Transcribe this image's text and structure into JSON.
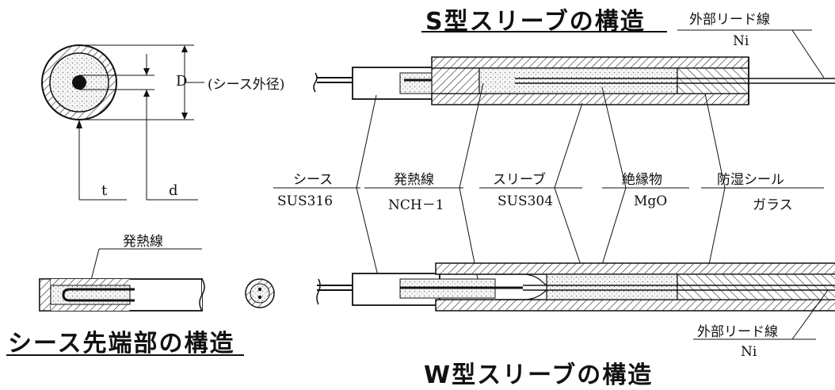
{
  "titles": {
    "s_type": "S型スリーブの構造",
    "w_type": "W型スリーブの構造",
    "tip": "シース先端部の構造"
  },
  "leads": {
    "top_label": "外部リード線",
    "top_material": "Ni",
    "bottom_label": "外部リード線",
    "bottom_material": "Ni"
  },
  "cross_section": {
    "D_label": "D",
    "D_note": "(シース外径)",
    "t_label": "t",
    "d_label": "d"
  },
  "tip_section": {
    "heater_label": "発熱線"
  },
  "parts": [
    {
      "name": "シース",
      "material": "SUS316"
    },
    {
      "name": "発熱線",
      "material": "NCH－1"
    },
    {
      "name": "スリーブ",
      "material": "SUS304"
    },
    {
      "name": "絶縁物",
      "material": "MgO"
    },
    {
      "name": "防湿シール",
      "material": "ガラス"
    }
  ],
  "colors": {
    "line": "#111111",
    "powder": "#efefef"
  }
}
